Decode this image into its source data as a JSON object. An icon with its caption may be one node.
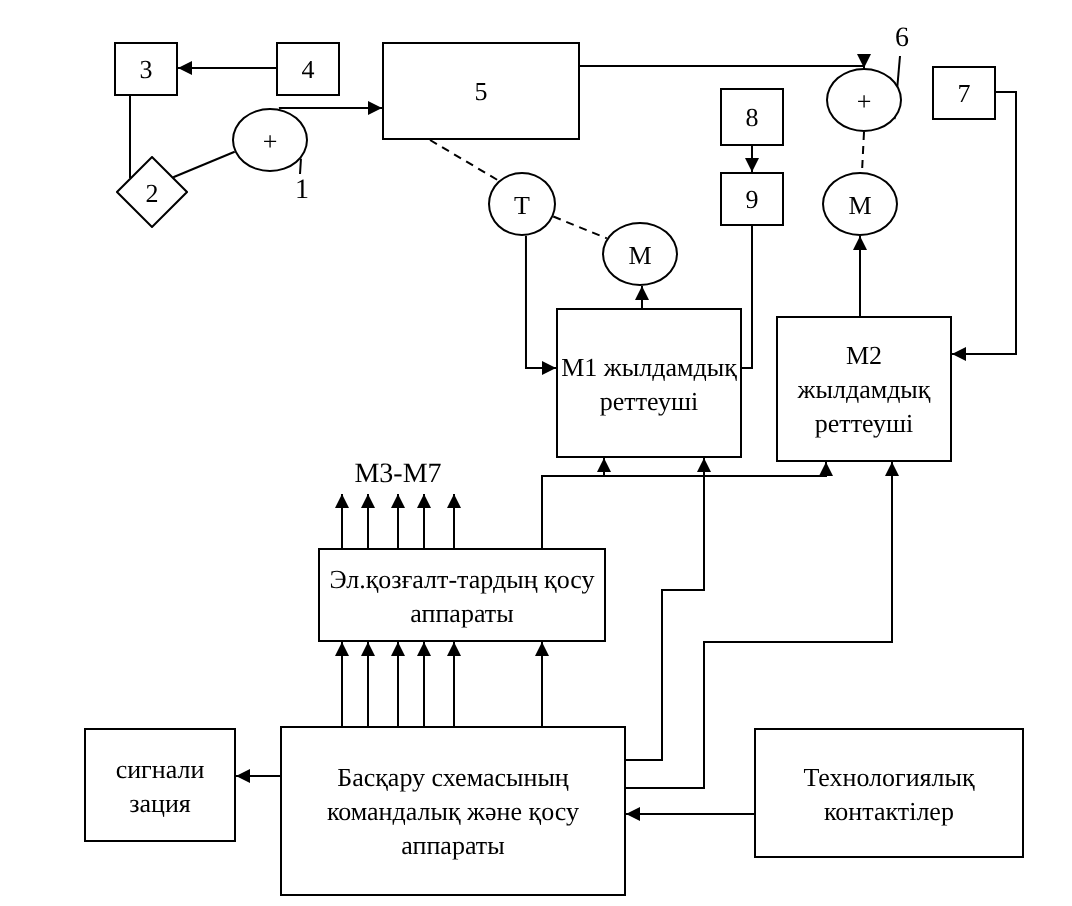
{
  "diagram": {
    "nodes": [
      {
        "text": [
          "3"
        ]
      },
      {
        "text": [
          "4"
        ]
      },
      {
        "text": [
          "2"
        ]
      },
      {
        "text": [
          "+"
        ]
      },
      {
        "text": [
          "5"
        ]
      },
      {
        "text": [
          "+"
        ]
      },
      {
        "text": [
          "7"
        ]
      },
      {
        "text": [
          "Т"
        ]
      },
      {
        "text": [
          "М"
        ]
      },
      {
        "text": [
          "8"
        ]
      },
      {
        "text": [
          "9"
        ]
      },
      {
        "text": [
          "М"
        ]
      },
      {
        "text": [
          "М1 жылдамдық реттеуші"
        ]
      },
      {
        "text": [
          "М2 жылдамдық реттеуші"
        ]
      },
      {
        "text": [
          "Эл.қозғалт-тардың қосу аппараты"
        ]
      },
      {
        "text": [
          "Басқару схемасының командалық және қосу аппараты"
        ]
      },
      {
        "text": [
          "сигнали зация"
        ]
      },
      {
        "text": [
          "Технологиялық контактілер"
        ]
      },
      {
        "text": [
          "М3-М7"
        ]
      },
      {
        "text": [
          "1"
        ]
      },
      {
        "text": [
          "6"
        ]
      }
    ],
    "edges": [
      {
        "from": 1,
        "to": 0,
        "arrow": "to"
      },
      {
        "from": 0,
        "to": 2,
        "arrow": "none"
      },
      {
        "from": 2,
        "to": 3,
        "arrow": "none"
      },
      {
        "from": 3,
        "to": 4,
        "arrow": "to"
      },
      {
        "from": 4,
        "to": 5,
        "arrow": "to"
      },
      {
        "from": 4,
        "to": 7,
        "arrow": "none",
        "style": "dashed"
      },
      {
        "from": 7,
        "to": 8,
        "arrow": "none",
        "style": "dashed"
      },
      {
        "from": 5,
        "to": 11,
        "arrow": "none",
        "style": "dashed"
      },
      {
        "from": 9,
        "to": 10,
        "arrow": "to"
      },
      {
        "from": 7,
        "to": 12,
        "arrow": "to"
      },
      {
        "from": 10,
        "to": 12,
        "arrow": "none"
      },
      {
        "from": 12,
        "to": 8,
        "arrow": "to"
      },
      {
        "from": 13,
        "to": 11,
        "arrow": "to"
      },
      {
        "from": 6,
        "to": 13,
        "arrow": "to"
      },
      {
        "from": 14,
        "to": 12,
        "arrow": "to"
      },
      {
        "from": 14,
        "to": 13,
        "arrow": "to"
      },
      {
        "from": 15,
        "to": 12,
        "arrow": "to"
      },
      {
        "from": 15,
        "to": 13,
        "arrow": "to"
      },
      {
        "from": 15,
        "to": 14,
        "arrow": "to"
      },
      {
        "from": 15,
        "to": 14,
        "arrow": "to"
      },
      {
        "from": 15,
        "to": 14,
        "arrow": "to"
      },
      {
        "from": 15,
        "to": 14,
        "arrow": "to"
      },
      {
        "from": 15,
        "to": 14,
        "arrow": "to"
      },
      {
        "from": 15,
        "to": 14,
        "arrow": "to"
      },
      {
        "from": 14,
        "to": 18,
        "arrow": "to"
      },
      {
        "from": 14,
        "to": 18,
        "arrow": "to"
      },
      {
        "from": 14,
        "to": 18,
        "arrow": "to"
      },
      {
        "from": 14,
        "to": 18,
        "arrow": "to"
      },
      {
        "from": 14,
        "to": 18,
        "arrow": "to"
      },
      {
        "from": 15,
        "to": 16,
        "arrow": "to"
      },
      {
        "from": 17,
        "to": 15,
        "arrow": "to"
      },
      {
        "from": 19,
        "to": 3,
        "arrow": "none"
      },
      {
        "from": 20,
        "to": 5,
        "arrow": "none"
      }
    ]
  }
}
